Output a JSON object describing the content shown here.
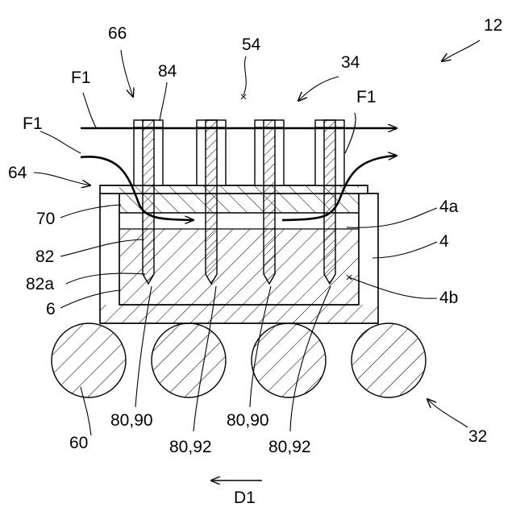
{
  "figure": {
    "background": "#ffffff",
    "ink": "#000000",
    "labels": {
      "ref_12": "12",
      "ref_66": "66",
      "ref_54": "54",
      "ref_34": "34",
      "ref_84": "84",
      "ref_F1_top": "F1",
      "ref_F1_left": "F1",
      "ref_F1_right": "F1",
      "ref_64": "64",
      "ref_70": "70",
      "ref_82": "82",
      "ref_82a": "82a",
      "ref_6": "6",
      "ref_4a": "4a",
      "ref_4": "4",
      "ref_4b": "4b",
      "ref_60": "60",
      "ref_80_90_left": "80,90",
      "ref_80_92_left": "80,92",
      "ref_80_90_right": "80,90",
      "ref_80_92_right": "80,92",
      "ref_32": "32",
      "ref_D1": "D1"
    }
  }
}
